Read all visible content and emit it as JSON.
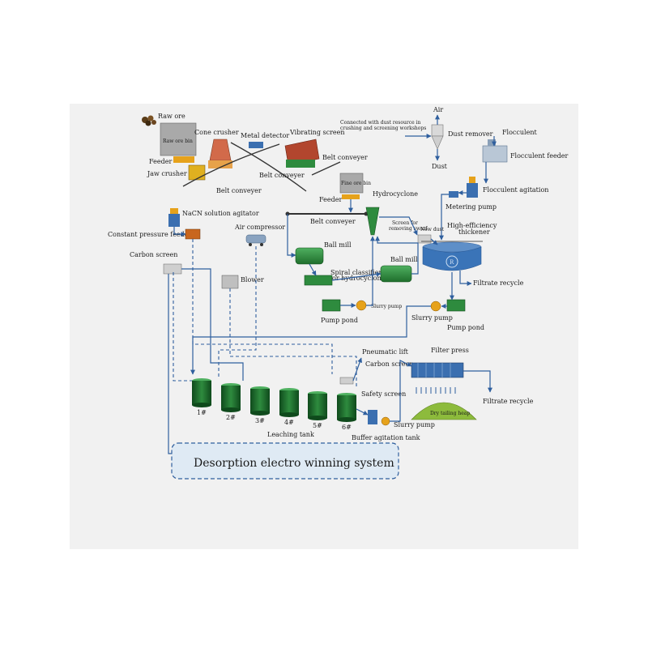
{
  "labels": {
    "raw_ore": "Raw ore",
    "raw_ore_bin": "Raw ore bin",
    "feeder1": "Feeder",
    "jaw_crusher": "Jaw crusher",
    "cone_crusher": "Cone crusher",
    "metal_detector": "Metal detector",
    "vibrating_screen": "Vibrating screen",
    "belt_conveyer_top": "Belt conveyer",
    "belt_conveyer_mid": "Belt conveyer",
    "belt_conveyer_left": "Belt conveyer",
    "belt_conveyer_bottom": "Belt conveyer",
    "fine_ore_bin": "Fine ore bin",
    "feeder2": "Feeder",
    "dust_note_1": "Connected with dust resource in",
    "dust_note_2": "crushing and screening workshops",
    "air": "Air",
    "dust": "Dust",
    "dust_remover": "Dust remover",
    "flocculent": "Flocculent",
    "flocculent_feeder": "Flocculent feeder",
    "flocculent_agitation": "Flocculent agitation",
    "metering_pump": "Metering pump",
    "high_eff_1": "High-efficiency",
    "high_eff_2": "thickener",
    "hydrocyclone": "Hydrocyclone",
    "screen_swarf_1": "Screen for",
    "screen_swarf_2": "removing swarf",
    "new_dust": "New dust",
    "nacn": "NaCN solution agitator",
    "const_pressure": "Constant pressure feeder",
    "air_compressor": "Air compressor",
    "carbon_screen_left": "Carbon screen",
    "blower": "Blower",
    "ball_mill_1": "Ball mill",
    "ball_mill_2": "Ball mill",
    "spiral_1": "Spiral classifier",
    "spiral_2": "or hydrocyclone",
    "filtrate_recycle_1": "Filtrate recycle",
    "slurry_pump_1": "Slurry pump",
    "slurry_pump_2": "Slurry pump",
    "pump_pond_1": "Pump pond",
    "pump_pond_2": "Pump pond",
    "pneumatic_lift": "Pneumatic lift",
    "carbon_screen_right": "Carbon screen",
    "filter_press": "Filter press",
    "safety_screen": "Safety screen",
    "filtrate_recycle_2": "Filtrate recycle",
    "dry_tailing": "Dry tailing heap",
    "slurry_pump_3": "Slurry pump",
    "buffer_tank": "Buffer agitation tank",
    "leaching_tank": "Leaching tank",
    "desorption": "Desorption electro winning system",
    "thickener_logo": "R"
  },
  "tanks": [
    "1#",
    "2#",
    "3#",
    "4#",
    "5#",
    "6#"
  ],
  "colors": {
    "flow": "#2f5f9e",
    "equipment_green": "#2e8b3e",
    "tank_green": "#1f6e2c",
    "pump_orange": "#e6a21b",
    "heap_green": "#8dbb3c",
    "box_fill": "#dfeaf4"
  }
}
